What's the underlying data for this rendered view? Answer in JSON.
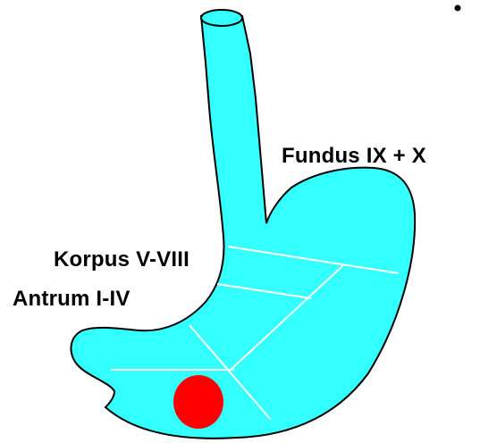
{
  "labels": {
    "fundus": "Fundus IX + X",
    "korpus": "Korpus V-VIII",
    "antrum": "Antrum I-IV"
  },
  "colors": {
    "stomach_fill": "#33FFFF",
    "outline": "#000000",
    "division_lines": "#FFFFFF",
    "lesion": "#FF0000"
  }
}
